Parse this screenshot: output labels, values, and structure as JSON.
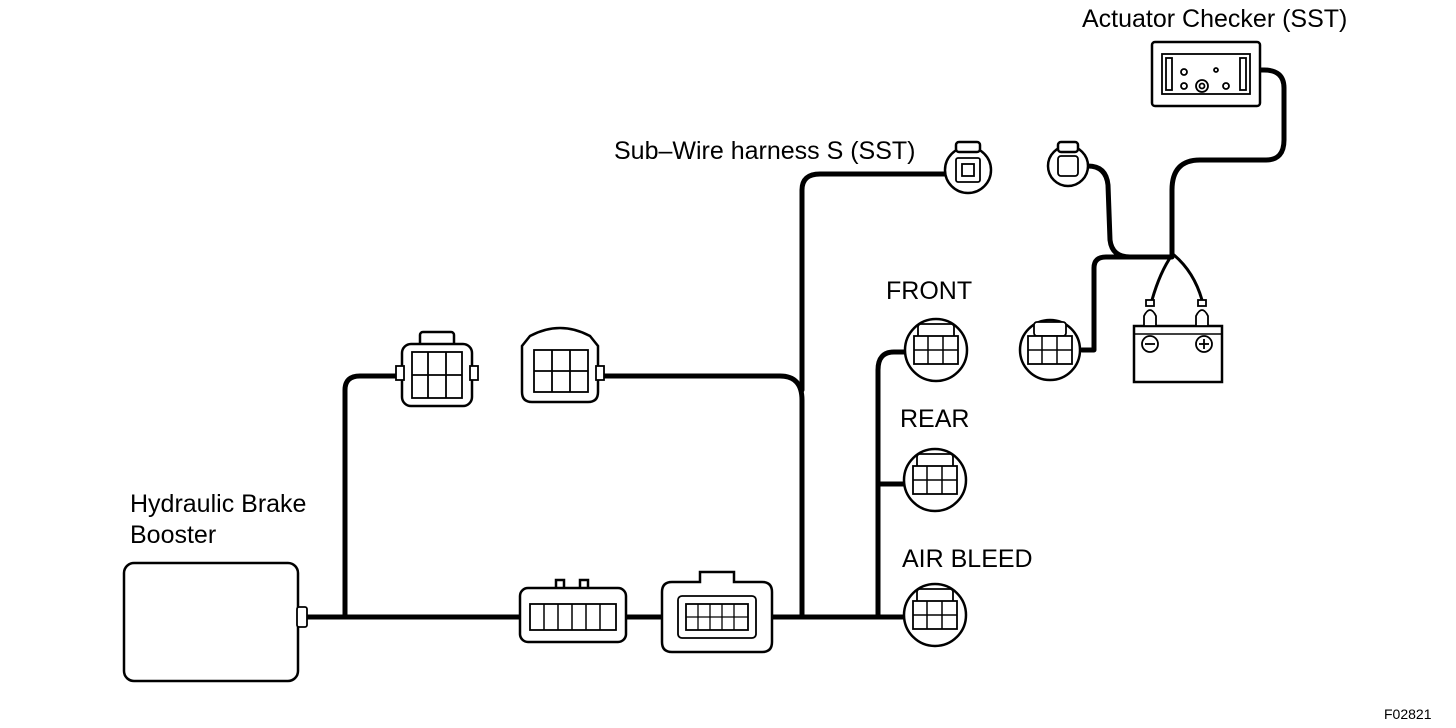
{
  "labels": {
    "actuator_checker": "Actuator Checker (SST)",
    "sub_wire_harness": "Sub–Wire harness S (SST)",
    "front": "FRONT",
    "rear": "REAR",
    "air_bleed": "AIR BLEED",
    "hydraulic_brake_booster_line1": "Hydraulic Brake",
    "hydraulic_brake_booster_line2": "Booster",
    "figure_code": "F02821"
  }
}
